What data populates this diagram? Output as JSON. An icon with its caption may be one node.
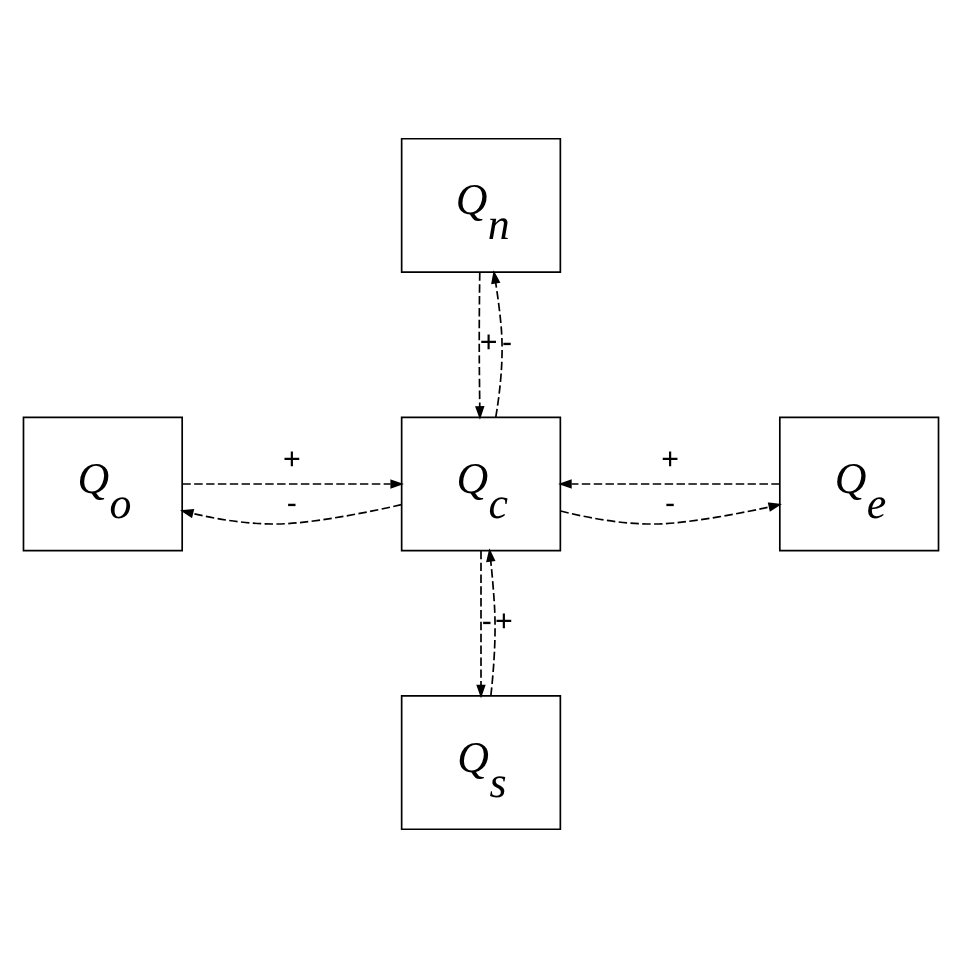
{
  "diagram": {
    "nodes": [
      {
        "text": [
          "Q$_{n}$"
        ]
      },
      {
        "text": [
          "Q$_{o}$"
        ]
      },
      {
        "text": [
          "Q$_{c}$"
        ]
      },
      {
        "text": [
          "Q$_{e}$"
        ]
      },
      {
        "text": [
          "Q$_{s}$"
        ]
      }
    ],
    "edges": [
      {
        "from": 2,
        "to": 0,
        "arrow": "to",
        "label": "-",
        "style": "dashed"
      },
      {
        "from": 0,
        "to": 2,
        "arrow": "to",
        "label": "+",
        "style": "dashed"
      },
      {
        "from": 1,
        "to": 2,
        "arrow": "to",
        "label": "+",
        "style": "dashed"
      },
      {
        "from": 2,
        "to": 1,
        "arrow": "to",
        "label": "-",
        "style": "dashed"
      },
      {
        "from": 2,
        "to": 3,
        "arrow": "to",
        "label": "-",
        "style": "dashed"
      },
      {
        "from": 3,
        "to": 2,
        "arrow": "to",
        "label": "+",
        "style": "dashed"
      },
      {
        "from": 4,
        "to": 2,
        "arrow": "to",
        "label": "+",
        "style": "dashed"
      },
      {
        "from": 2,
        "to": 4,
        "arrow": "to",
        "label": "-",
        "style": "dashed"
      }
    ]
  }
}
